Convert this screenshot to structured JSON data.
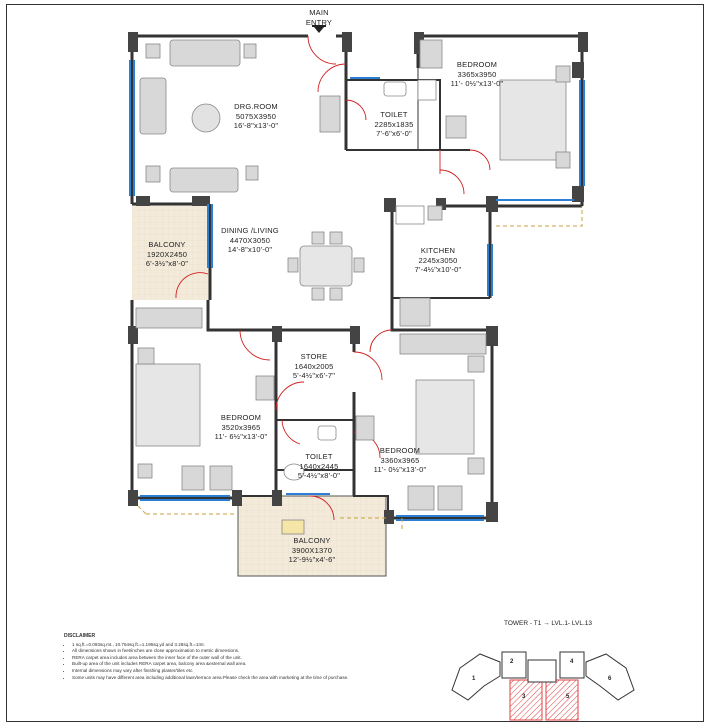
{
  "entry": {
    "line1": "MAIN",
    "line2": "ENTRY"
  },
  "rooms": {
    "drg_room": {
      "name": "DRG.ROOM",
      "mm": "5075X3950",
      "ft": "16'-8\"x13'-0\""
    },
    "toilet_top": {
      "name": "TOILET",
      "mm": "2285x1835",
      "ft": "7'-6\"x6'-0\""
    },
    "bedroom_top": {
      "name": "BEDROOM",
      "mm": "3365x3950",
      "ft": "11'- 0½\"x13'-0\""
    },
    "balcony_left": {
      "name": "BALCONY",
      "mm": "1920X2450",
      "ft": "6'-3½\"x8'-0\""
    },
    "dining_living": {
      "name": "DINING /LIVING",
      "mm": "4470X3050",
      "ft": "14'-8\"x10'-0\""
    },
    "kitchen": {
      "name": "KITCHEN",
      "mm": "2245x3050",
      "ft": "7'-4½\"x10'-0\""
    },
    "store": {
      "name": "STORE",
      "mm": "1640x2005",
      "ft": "5'-4½\"x6'-7\""
    },
    "bedroom_left": {
      "name": "BEDROOM",
      "mm": "3520x3965",
      "ft": "11'- 6½\"x13'-0\""
    },
    "toilet_bottom": {
      "name": "TOILET",
      "mm": "1640x2445",
      "ft": "5'-4½\"x8'-0\""
    },
    "bedroom_right": {
      "name": "BEDROOM",
      "mm": "3360x3965",
      "ft": "11'- 0½\"x13'-0\""
    },
    "balcony_bottom": {
      "name": "BALCONY",
      "mm": "3900X1370",
      "ft": "12'-9½\"x4'-6\""
    }
  },
  "disclaimer": {
    "heading": "DISCLAIMER",
    "lines": [
      "1 sq.ft.=0.093sq.mt., 10.764sq.ft.=1.196sq.yd and 3.28sq.ft.=1mt.",
      "All dimensions shown in feet/inches are close approximation to metric dimensions.",
      "RERA carpet area includes area between the inner face of the outer wall of the unit.",
      "Built-up area of the unit includes RERA carpet area, balcony area &external wall area.",
      "Internal dimensions may vary after finishing plaster/tiles etc.",
      "Some units may have different area including additional lawn/terrace area.Please check the area with marketing at the time of purchase."
    ]
  },
  "key_plan": {
    "title": "TOWER - T1 → LVL.1- LVL.13",
    "units": [
      "1",
      "2",
      "3",
      "4",
      "5",
      "6"
    ]
  },
  "colors": {
    "wall": "#333333",
    "window": "#2a7fd4",
    "door": "#d02020",
    "balcony": "#f3eadb",
    "furniture": "#d8d8d8",
    "highlight": "#e04040"
  }
}
